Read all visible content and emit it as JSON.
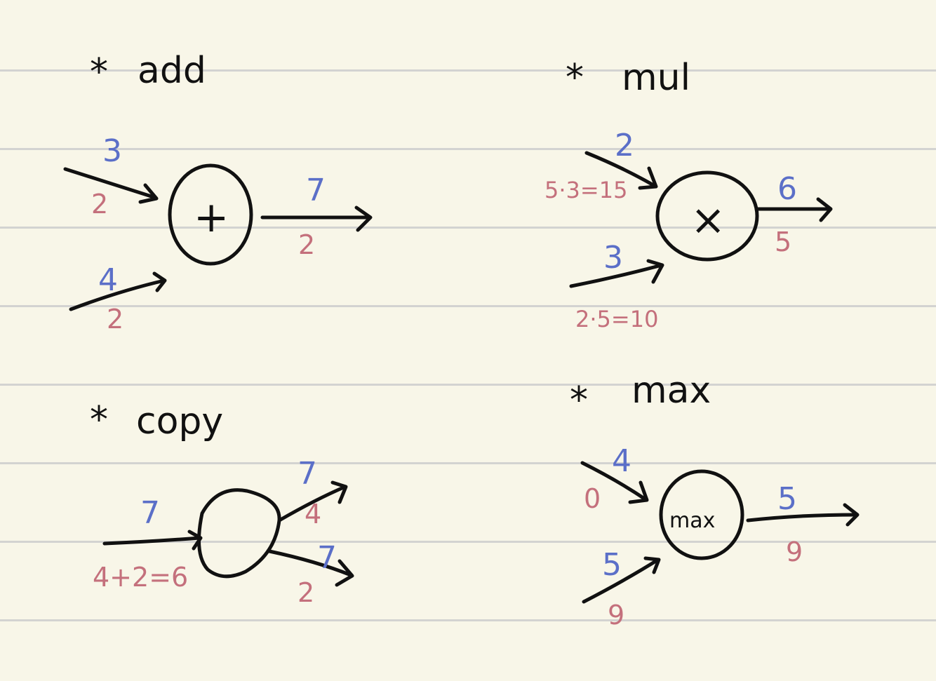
{
  "colors": {
    "background": "#f8f6e8",
    "ruling": "#d3d3d1",
    "ink": "#111111",
    "forward": "#5b6fc8",
    "backward": "#c4707c"
  },
  "sections": {
    "add": {
      "star": "*",
      "title": "add",
      "operator": "+",
      "in_top_forward": "3",
      "in_top_backward": "2",
      "in_bottom_forward": "4",
      "in_bottom_backward": "2",
      "out_forward": "7",
      "out_backward": "2"
    },
    "mul": {
      "star": "*",
      "title": "mul",
      "operator": "×",
      "in_top_forward": "2",
      "in_top_backward": "5·3=15",
      "in_bottom_forward": "3",
      "in_bottom_backward": "2·5=10",
      "out_forward": "6",
      "out_backward": "5"
    },
    "copy": {
      "star": "*",
      "title": "copy",
      "in_forward": "7",
      "in_backward": "4+2=6",
      "out_top_forward": "7",
      "out_top_backward": "4",
      "out_bottom_forward": "7",
      "out_bottom_backward": "2"
    },
    "max": {
      "star": "*",
      "title": "max",
      "operator": "max",
      "in_top_forward": "4",
      "in_top_backward": "0",
      "in_bottom_forward": "5",
      "in_bottom_backward": "9",
      "out_forward": "5",
      "out_backward": "9"
    }
  }
}
